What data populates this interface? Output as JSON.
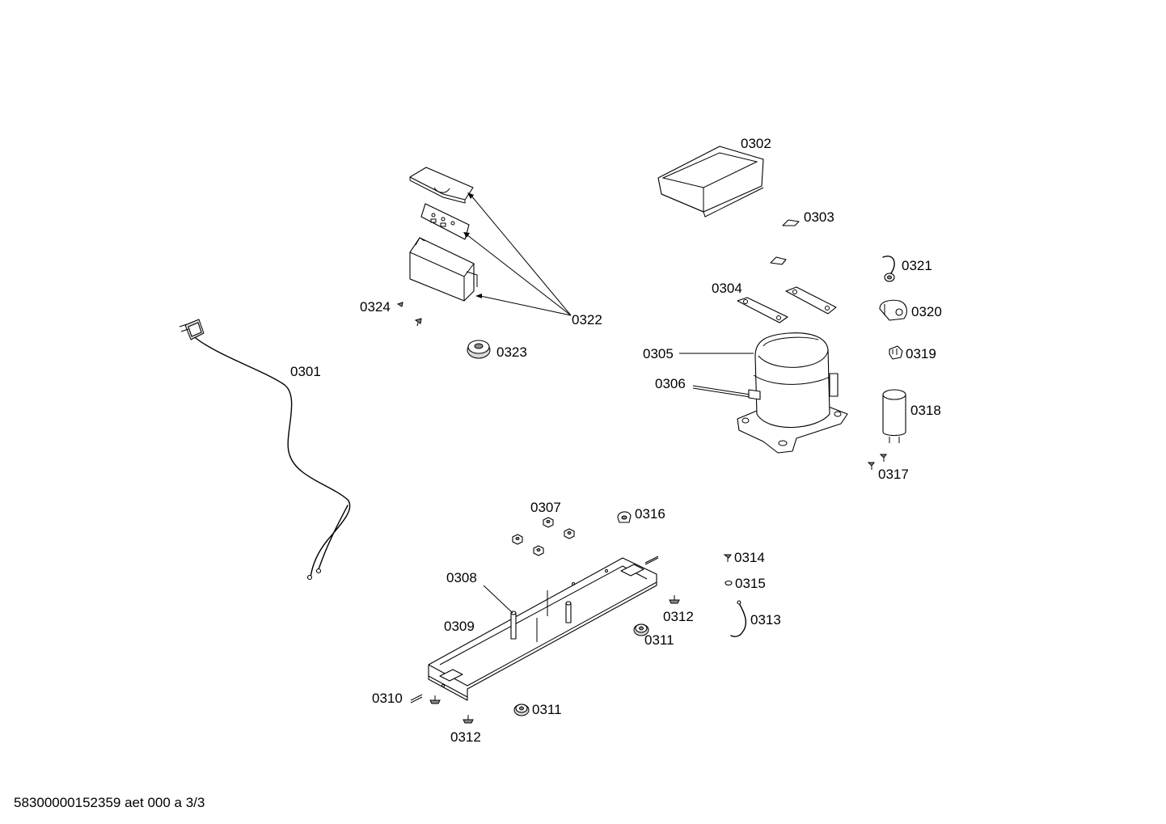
{
  "labels": {
    "p0301": "0301",
    "p0302": "0302",
    "p0303": "0303",
    "p0304": "0304",
    "p0305": "0305",
    "p0306": "0306",
    "p0307": "0307",
    "p0308": "0308",
    "p0309": "0309",
    "p0310": "0310",
    "p0311a": "0311",
    "p0311b": "0311",
    "p0312a": "0312",
    "p0312b": "0312",
    "p0313": "0313",
    "p0314": "0314",
    "p0315": "0315",
    "p0316": "0316",
    "p0317": "0317",
    "p0318": "0318",
    "p0319": "0319",
    "p0320": "0320",
    "p0321": "0321",
    "p0322": "0322",
    "p0323": "0323",
    "p0324": "0324"
  },
  "footer": {
    "document_id": "58300000152359 aet 000 a 3/3"
  }
}
